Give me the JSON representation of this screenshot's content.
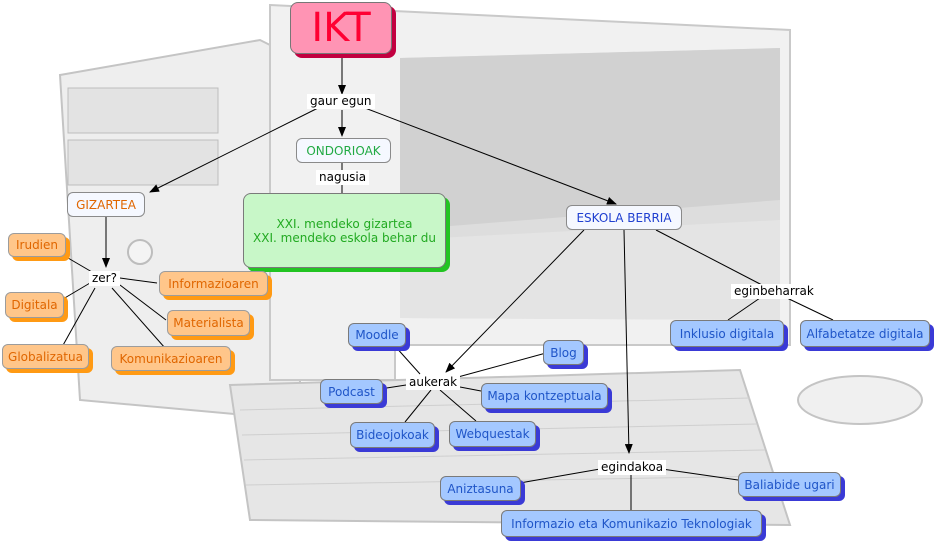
{
  "map": {
    "title": "IKT",
    "gaur_egun": "gaur egun",
    "ondorioak": "ONDORIOAK",
    "nagusia": "nagusia",
    "main_idea_line1": "XXI. mendeko gizartea",
    "main_idea_line2": "XXI. mendeko eskola behar du",
    "gizartea": "GIZARTEA",
    "zer": "zer?",
    "zer_items": [
      "Irudien",
      "Informazioaren",
      "Digitala",
      "Materialista",
      "Globalizatua",
      "Komunikazioaren"
    ],
    "eskola_berria": "ESKOLA BERRIA",
    "eginbeharrak": "eginbeharrak",
    "eginbeharrak_items": [
      "Inklusio digitala",
      "Alfabetatze digitala"
    ],
    "aukerak": "aukerak",
    "aukerak_items": [
      "Moodle",
      "Blog",
      "Podcast",
      "Mapa kontzeptuala",
      "Bideojokoak",
      "Webquestak"
    ],
    "egindakoa": "egindakoa",
    "egindakoa_items": [
      "Aniztasuna",
      "Baliabide ugari",
      "Informazio eta Komunikazio Teknologiak"
    ]
  },
  "colors": {
    "title_fill": "#ff94b4",
    "title_text": "#ff0033",
    "orange_fill": "#ffc68a",
    "blue_fill": "#a4c8ff",
    "green_fill": "#c8f7c8"
  }
}
